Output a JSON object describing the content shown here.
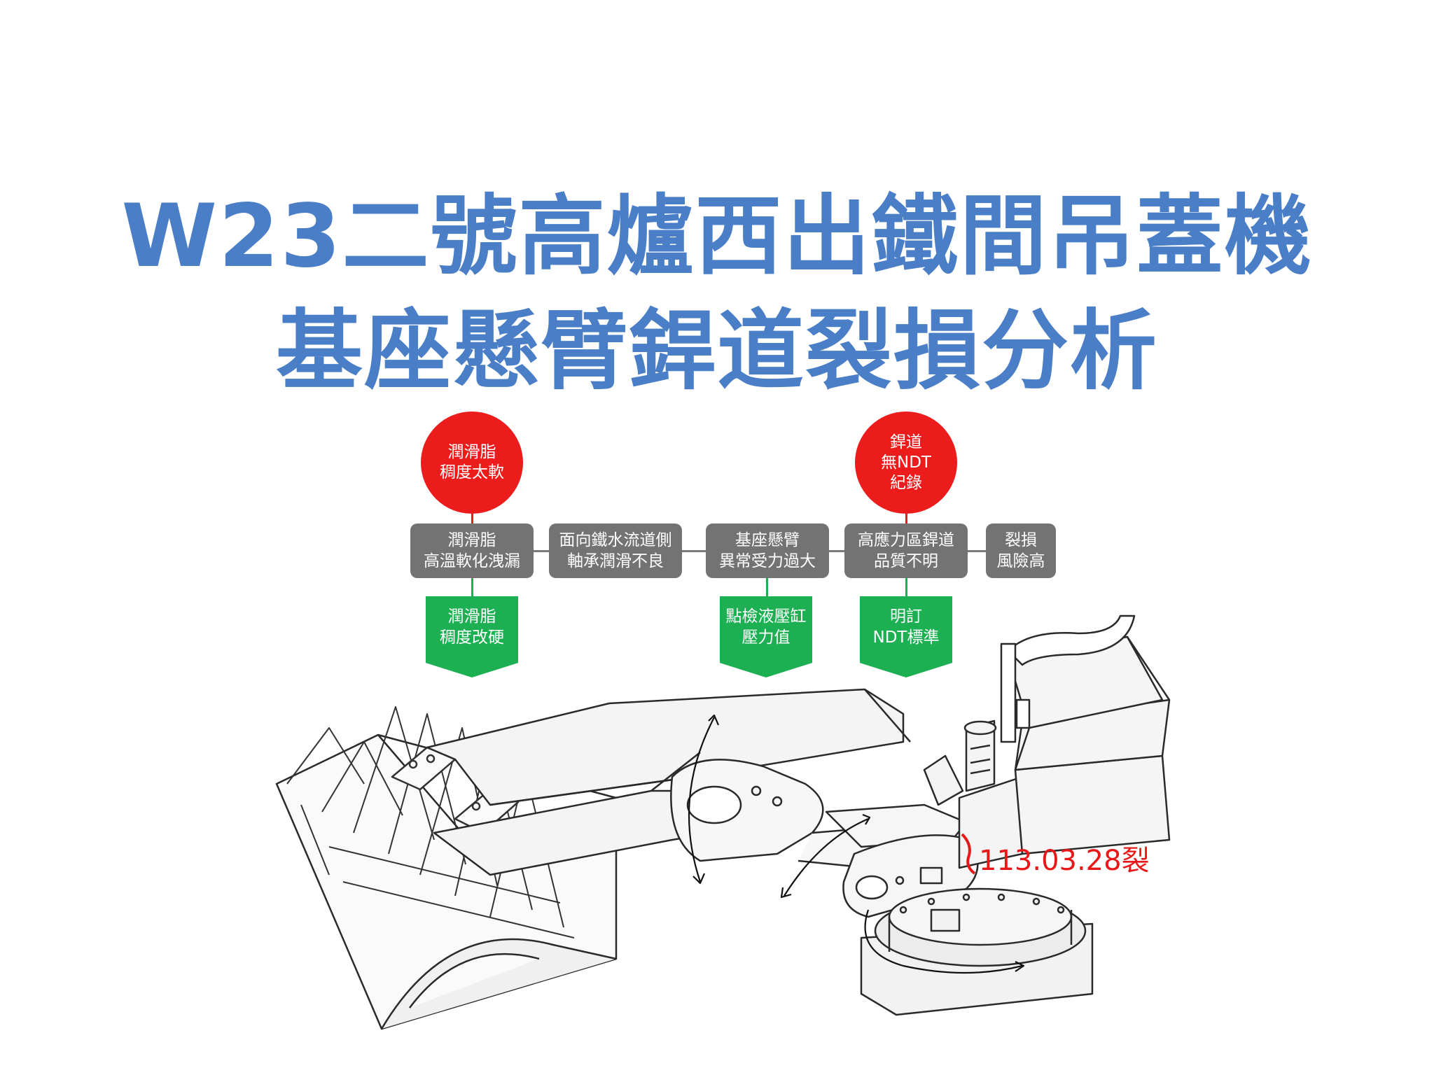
{
  "title": {
    "line1": "W23二號高爐西出鐵間吊蓋機",
    "line2": "基座懸臂銲道裂損分析"
  },
  "causes": [
    {
      "text": "潤滑脂\n稠度太軟"
    },
    {
      "text": "銲道\n無NDT\n紀錄"
    }
  ],
  "chain": [
    {
      "text": "潤滑脂\n高溫軟化洩漏"
    },
    {
      "text": "面向鐵水流道側\n軸承潤滑不良"
    },
    {
      "text": "基座懸臂\n異常受力過大"
    },
    {
      "text": "高應力區銲道\n品質不明"
    },
    {
      "text": "裂損\n風險高"
    }
  ],
  "actions": [
    {
      "text": "潤滑脂\n稠度改硬"
    },
    {
      "text": "點檢液壓缸\n壓力值"
    },
    {
      "text": "明訂\nNDT標準"
    }
  ],
  "crack_label": "113.03.28裂",
  "colors": {
    "title": "#4a7fc8",
    "cause": "#ec1c1c",
    "chain": "#737373",
    "action": "#1cb052",
    "crack": "#e81818"
  }
}
